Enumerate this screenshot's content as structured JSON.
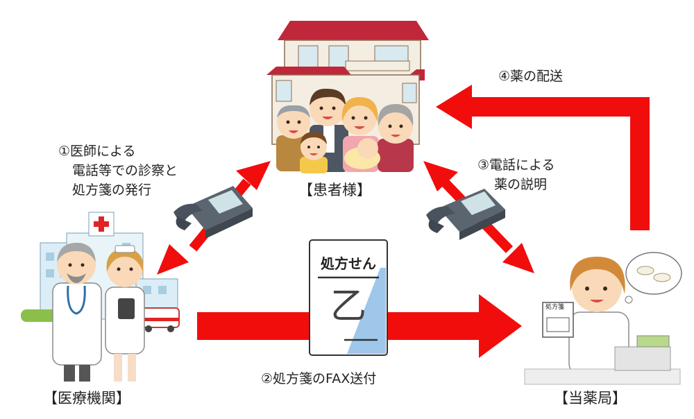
{
  "nodes": {
    "patient": {
      "label": "【患者様】"
    },
    "hospital": {
      "label": "【医療機関】"
    },
    "pharmacy": {
      "label": "【当薬局】"
    }
  },
  "steps": {
    "step1": {
      "lines": [
        "①医師による",
        "電話等での診察と",
        "処方箋の発行"
      ]
    },
    "step2": {
      "label": "②処方箋のFAX送付"
    },
    "step3": {
      "lines": [
        "③電話による",
        "薬の説明"
      ]
    },
    "step4": {
      "label": "④薬の配送"
    }
  },
  "prescription": {
    "title": "処方せん",
    "signature": "乙"
  },
  "pharmacy_sign": {
    "title": "処方箋"
  },
  "hospital_sign": {
    "cross": "+"
  },
  "icons": {
    "telephone": "telephone-icon",
    "house": "house-icon",
    "fax-document": "document-icon",
    "pill-bubble": "pills-icon"
  },
  "colors": {
    "arrow": "#f20d0d",
    "house_roof": "#c0273a",
    "phone": "#5b6570",
    "phone_keys": "#cfe3e7"
  }
}
